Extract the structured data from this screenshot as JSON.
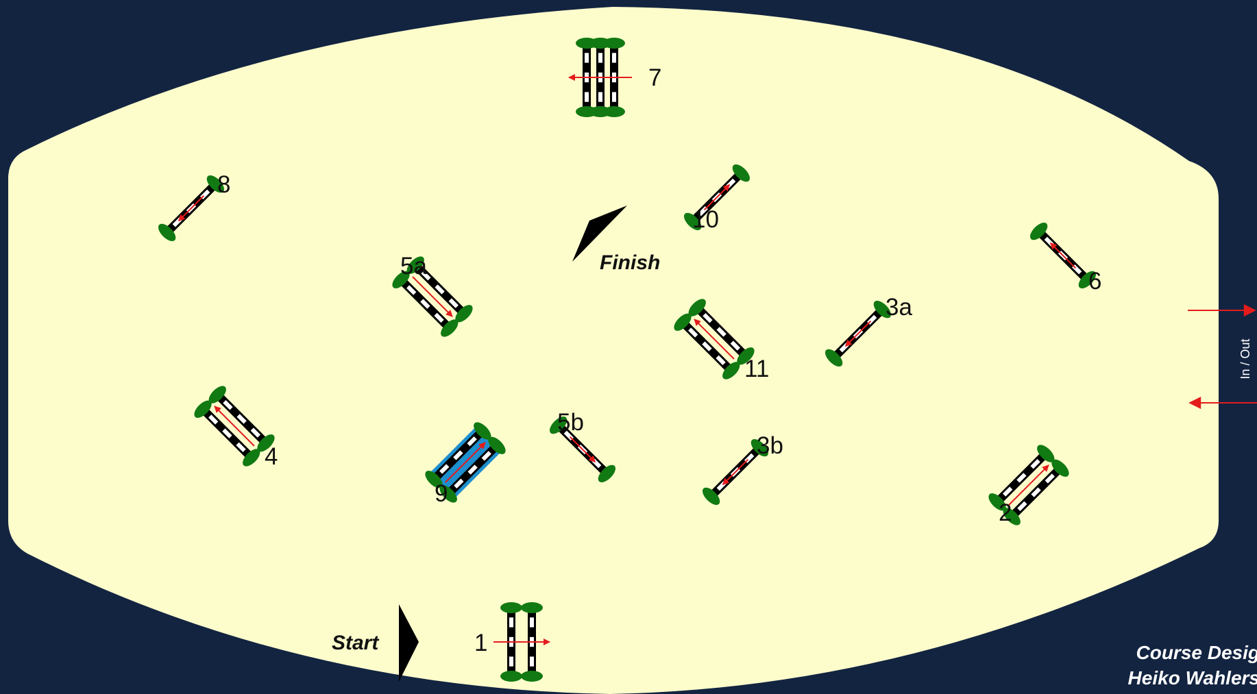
{
  "colors": {
    "background": "#132441",
    "arena": "#fdfdcc",
    "bush": "#127a12",
    "pole_dark": "#000000",
    "pole_light": "#ffffff",
    "water": "#1e8fce",
    "arrow": "#e41c1c"
  },
  "arena": {
    "exit_label": "In / Out"
  },
  "markers": {
    "start_label": "Start",
    "finish_label": "Finish"
  },
  "credit": {
    "line1": "Course Desig",
    "line2": "Heiko Wahlers"
  },
  "fences": [
    {
      "id": "1",
      "label": "1",
      "type": "oxer",
      "direction_deg": 0
    },
    {
      "id": "2",
      "label": "2",
      "type": "oxer",
      "direction_deg": -45
    },
    {
      "id": "3a",
      "label": "3a",
      "type": "vertical",
      "direction_deg": 135
    },
    {
      "id": "3b",
      "label": "3b",
      "type": "vertical",
      "direction_deg": 135
    },
    {
      "id": "4",
      "label": "4",
      "type": "oxer",
      "direction_deg": -135
    },
    {
      "id": "5a",
      "label": "5a",
      "type": "oxer",
      "direction_deg": 45
    },
    {
      "id": "5b",
      "label": "5b",
      "type": "vertical",
      "direction_deg": 45
    },
    {
      "id": "6",
      "label": "6",
      "type": "vertical",
      "direction_deg": -135
    },
    {
      "id": "7",
      "label": "7",
      "type": "triple",
      "direction_deg": 180
    },
    {
      "id": "8",
      "label": "8",
      "type": "vertical",
      "direction_deg": 135
    },
    {
      "id": "9",
      "label": "9",
      "type": "water",
      "direction_deg": -45
    },
    {
      "id": "10",
      "label": "10",
      "type": "vertical",
      "direction_deg": -45
    },
    {
      "id": "11",
      "label": "11",
      "type": "oxer",
      "direction_deg": -135
    }
  ]
}
